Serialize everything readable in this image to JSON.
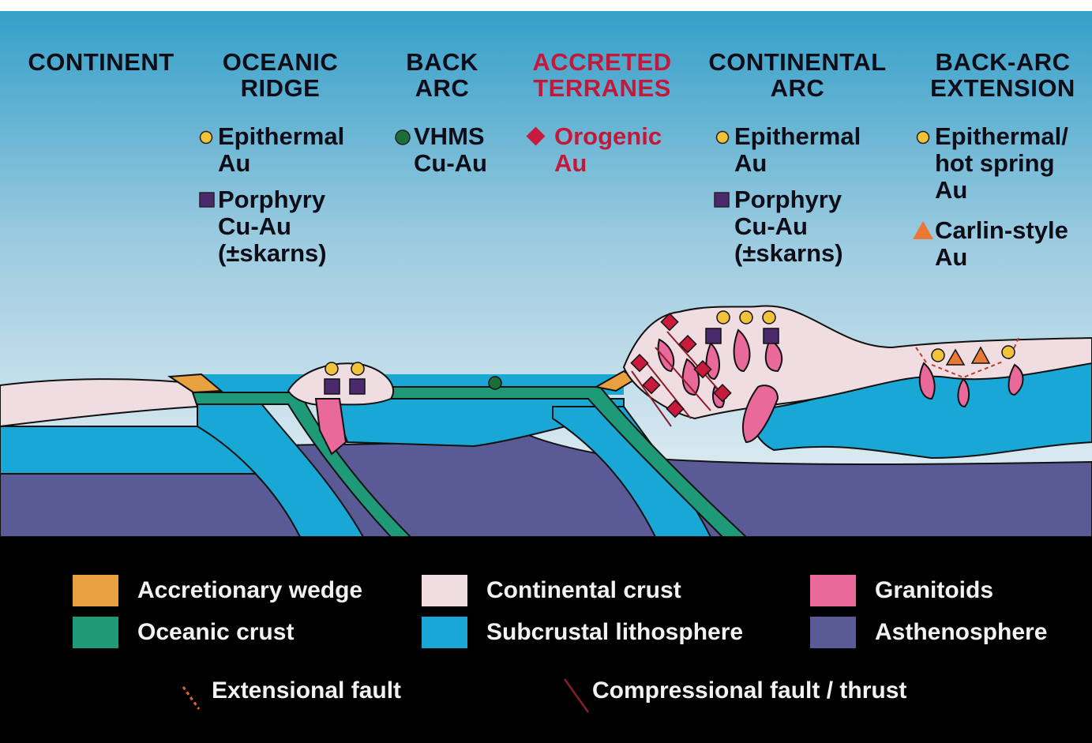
{
  "regions": [
    {
      "id": "continent",
      "lines": [
        "CONTINENT"
      ],
      "color": "#0d0d18"
    },
    {
      "id": "oceanic-ridge",
      "lines": [
        "OCEANIC",
        "RIDGE"
      ],
      "color": "#0d0d18"
    },
    {
      "id": "back-arc",
      "lines": [
        "BACK",
        "ARC"
      ],
      "color": "#0d0d18"
    },
    {
      "id": "accreted-terranes",
      "lines": [
        "ACCRETED",
        "TERRANES"
      ],
      "color": "#c4183a"
    },
    {
      "id": "continental-arc",
      "lines": [
        "CONTINENTAL",
        "ARC"
      ],
      "color": "#0d0d18"
    },
    {
      "id": "back-arc-extension",
      "lines": [
        "BACK-ARC",
        "EXTENSION"
      ],
      "color": "#0d0d18"
    }
  ],
  "deposits": {
    "ridge_epithermal": {
      "lines": [
        "Epithermal",
        "Au"
      ],
      "icon": "yellow-circle-icon"
    },
    "ridge_porphyry": {
      "lines": [
        "Porphyry",
        "Cu-Au",
        "(±skarns)"
      ],
      "icon": "purple-square-icon"
    },
    "backarc_vhms": {
      "lines": [
        "VHMS",
        "Cu-Au"
      ],
      "icon": "green-circle-icon"
    },
    "terranes_orogenic": {
      "lines": [
        "Orogenic",
        "Au"
      ],
      "icon": "red-diamond-icon"
    },
    "arc_epithermal": {
      "lines": [
        "Epithermal",
        "Au"
      ],
      "icon": "yellow-circle-icon"
    },
    "arc_porphyry": {
      "lines": [
        "Porphyry",
        "Cu-Au",
        "(±skarns)"
      ],
      "icon": "purple-square-icon"
    },
    "ext_epithermal": {
      "lines": [
        "Epithermal/",
        "hot spring",
        "Au"
      ],
      "icon": "yellow-circle-icon"
    },
    "ext_carlin": {
      "lines": [
        "Carlin-style",
        "Au"
      ],
      "icon": "orange-triangle-icon"
    }
  },
  "legend": {
    "accretionary_wedge": {
      "label": "Accretionary wedge",
      "color": "#e8a040"
    },
    "oceanic_crust": {
      "label": "Oceanic crust",
      "color": "#1e9a78"
    },
    "continental_crust": {
      "label": "Continental crust",
      "color": "#f0dde2"
    },
    "subcrustal_lithosphere": {
      "label": "Subcrustal lithosphere",
      "color": "#19a8d6"
    },
    "granitoids": {
      "label": "Granitoids",
      "color": "#e8699a"
    },
    "asthenosphere": {
      "label": "Asthenosphere",
      "color": "#5a5a96"
    },
    "extensional_fault": {
      "label": "Extensional fault",
      "icon": "dashed-fault-icon"
    },
    "compressional_fault": {
      "label": "Compressional fault / thrust",
      "icon": "solid-fault-icon"
    }
  },
  "colors": {
    "sky_top": "#2f9dc7",
    "sky_bottom": "#e4eef3",
    "marker_yellow": "#f1c33a",
    "marker_purple": "#4a2a6a",
    "marker_green": "#1c6e38",
    "marker_red": "#c81a3a",
    "marker_orange": "#ea7a33",
    "legend_bg": "#000000"
  }
}
